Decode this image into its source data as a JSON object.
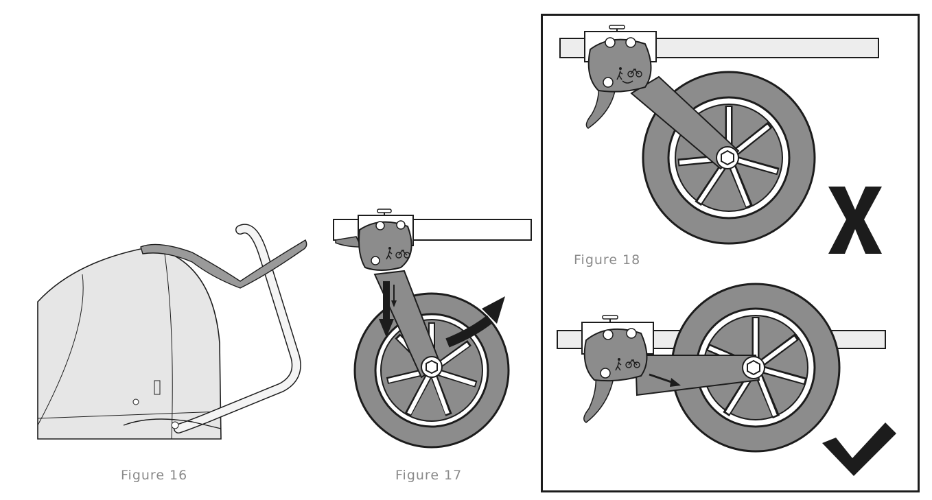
{
  "figures": {
    "fig16": {
      "caption": "Figure 16"
    },
    "fig17": {
      "caption": "Figure 17"
    },
    "fig18": {
      "caption": "Figure 18",
      "incorrect_mark": "X",
      "correct_mark": "check"
    }
  },
  "colors": {
    "ink": "#1c1c1c",
    "wheel_grey": "#8c8c8c",
    "tire_grey": "#7a7a7a",
    "canopy_grey": "#e6e6e6",
    "caption_grey": "#8a8a8a"
  },
  "icons": [
    "walk-icon",
    "bicycle-icon",
    "arrow-down-icon",
    "arrow-curved-icon",
    "x-mark-icon",
    "check-mark-icon"
  ]
}
